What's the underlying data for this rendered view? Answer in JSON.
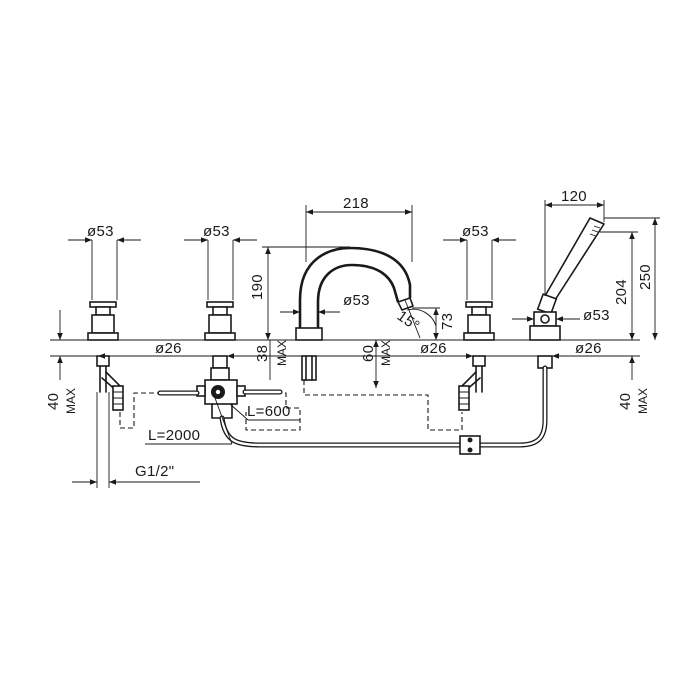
{
  "dimensions": {
    "dia53_a": "ø53",
    "dia53_b": "ø53",
    "dia53_c": "ø53",
    "dia53_spout": "ø53",
    "dia53_shower": "ø53",
    "dia26_left": "ø26",
    "dia26_mid": "ø26",
    "dia26_right": "ø26",
    "width_218": "218",
    "width_120": "120",
    "height_190": "190",
    "height_73": "73",
    "height_204": "204",
    "height_250": "250",
    "angle_15": "15°",
    "depth_38": "38",
    "depth_60": "60",
    "max_label": "MAX",
    "depth_40": "40",
    "hose_600": "L=600",
    "hose_2000": "L=2000",
    "thread": "G1/2\""
  }
}
